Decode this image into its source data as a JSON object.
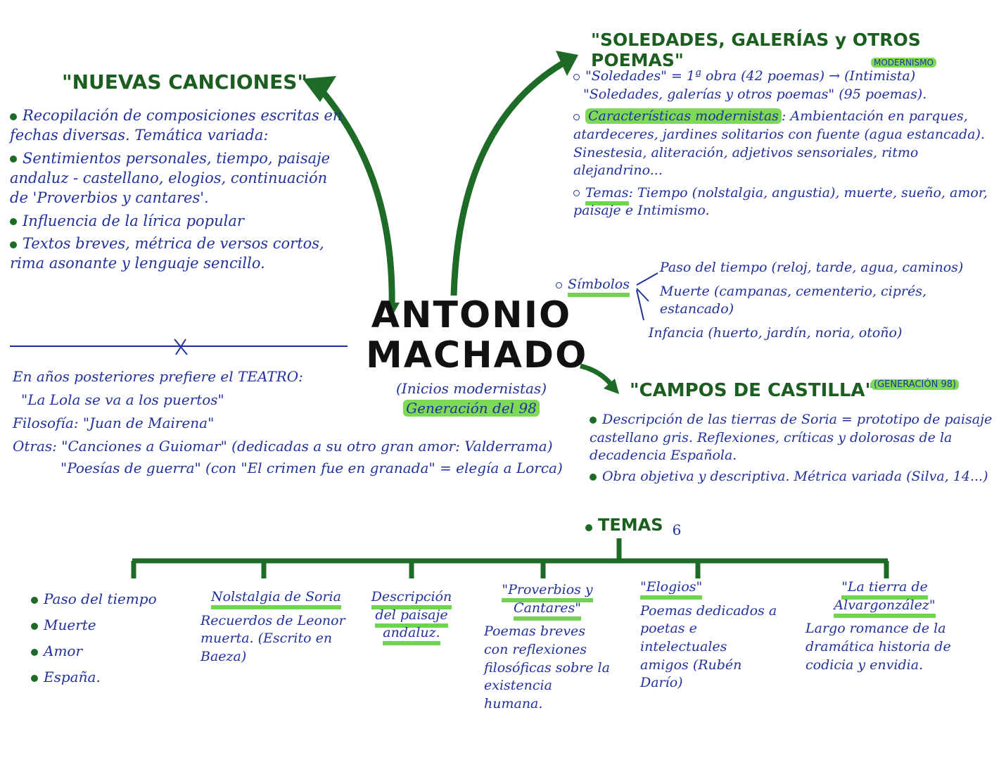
{
  "center": {
    "name_line1": "ANTONIO",
    "name_line2": "MACHADO",
    "subtitle": "(Inicios modernistas)",
    "generation": "Generación del 98"
  },
  "nuevas_canciones": {
    "title": "\"NUEVAS CANCIONES\"",
    "bullets": [
      "Recopilación de composiciones escritas en fechas diversas. Temática variada:",
      "Sentimientos personales, tiempo, paisaje andaluz - castellano, elogios, continuación de 'Proverbios y cantares'.",
      "Influencia de la lírica popular",
      "Textos breves, métrica de versos cortos, rima asonante y lenguaje sencillo."
    ]
  },
  "teatro": {
    "line1": "En años posteriores prefiere el TEATRO:",
    "line2": "\"La Lola se va a los puertos\"",
    "line3": "Filosofía: \"Juan de Mairena\"",
    "line4": "Otras: \"Canciones a Guiomar\" (dedicadas a su otro gran amor: Valderrama)",
    "line5": "\"Poesías de guerra\" (con \"El crimen fue en granada\" = elegía a Lorca)"
  },
  "soledades": {
    "title": "\"SOLEDADES, GALERÍAS y OTROS POEMAS\"",
    "tag": "MODERNISMO",
    "line1": "\"Soledades\" = 1ª obra (42 poemas) →  (Intimista)",
    "line2": "\"Soledades, galerías y otros poemas\" (95 poemas).",
    "caract_label": "Características modernistas",
    "caract_text": ": Ambientación en parques, atardeceres, jardines solitarios con fuente (agua estancada). Sinestesia, aliteración, adjetivos sensoriales, ritmo alejandrino...",
    "temas_label": "Temas",
    "temas_text": ": Tiempo (nolstalgia, angustia), muerte, sueño, amor, paisaje e Intimismo.",
    "simbolos_label": "Símbolos",
    "simbolos": [
      "Paso del tiempo (reloj, tarde, agua, caminos)",
      "Muerte (campanas, cementerio, ciprés, estancado)",
      "Infancia (huerto, jardín, noria, otoño)"
    ]
  },
  "campos": {
    "title": "\"CAMPOS DE CASTILLA\"",
    "tag": "(GENERACIÓN 98)",
    "bullet1": "Descripción de las tierras de Soria = prototipo de paisaje castellano gris. Reflexiones, críticas y dolorosas de la decadencia Española.",
    "bullet2": "Obra objetiva y descriptiva. Métrica variada (Silva, 14...)",
    "temas_label": "TEMAS",
    "temas_count": "6"
  },
  "temas": {
    "col1": [
      "Paso del tiempo",
      "Muerte",
      "Amor",
      "España."
    ],
    "col2_title": "Nolstalgia de Soria",
    "col2_text": "Recuerdos de Leonor muerta. (Escrito en Baeza)",
    "col3_title": "Descripción del paisaje andaluz.",
    "col4_title": "\"Proverbios y Cantares\"",
    "col4_text": "Poemas breves con reflexiones filosóficas sobre la existencia humana.",
    "col5_title": "\"Elogios\"",
    "col5_text": "Poemas dedicados a poetas e intelectuales amigos (Rubén Darío)",
    "col6_title": "\"La tierra de Alvargonzález\"",
    "col6_text": "Largo romance de la dramática historia de codicia y envidia."
  }
}
